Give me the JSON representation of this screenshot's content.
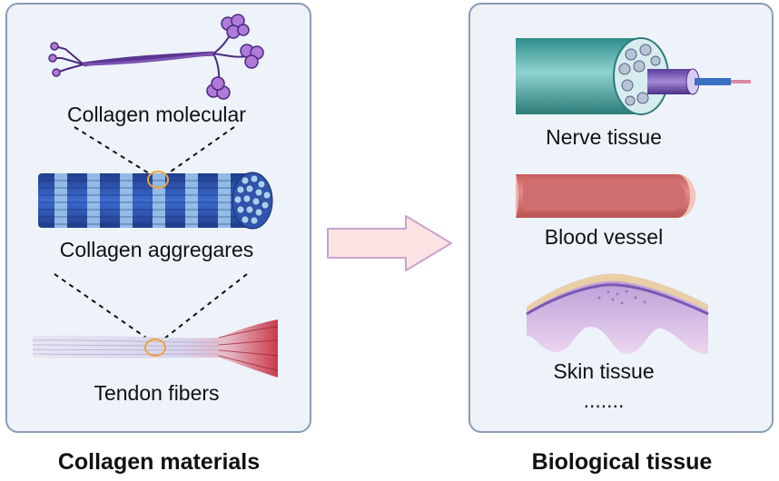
{
  "left_panel": {
    "title": "Collagen materials",
    "labels": {
      "molecular": "Collagen molecular",
      "aggregates": "Collagen aggregares",
      "tendon": "Tendon fibers"
    }
  },
  "right_panel": {
    "title": "Biological tissue",
    "labels": {
      "nerve": "Nerve tissue",
      "vessel": "Blood vessel",
      "skin": "Skin tissue",
      "more": "......."
    }
  },
  "icons": [
    "collagen-molecule-icon",
    "collagen-fibril-icon",
    "tendon-fiber-icon",
    "nerve-tissue-icon",
    "blood-vessel-icon",
    "skin-tissue-icon",
    "arrow-right-icon"
  ],
  "colors": {
    "panel_bg": "#eef3fa",
    "panel_border": "#8a9bb3",
    "molecule_purple": "#6a3a99",
    "fibril_blue": "#2b56b5",
    "highlight_orange": "#f1a23b",
    "arrow_fill": "#fbe3e3",
    "arrow_stroke": "#c9a3cf",
    "vessel_red": "#d97a7a",
    "nerve_teal": "#5fb3b0"
  }
}
